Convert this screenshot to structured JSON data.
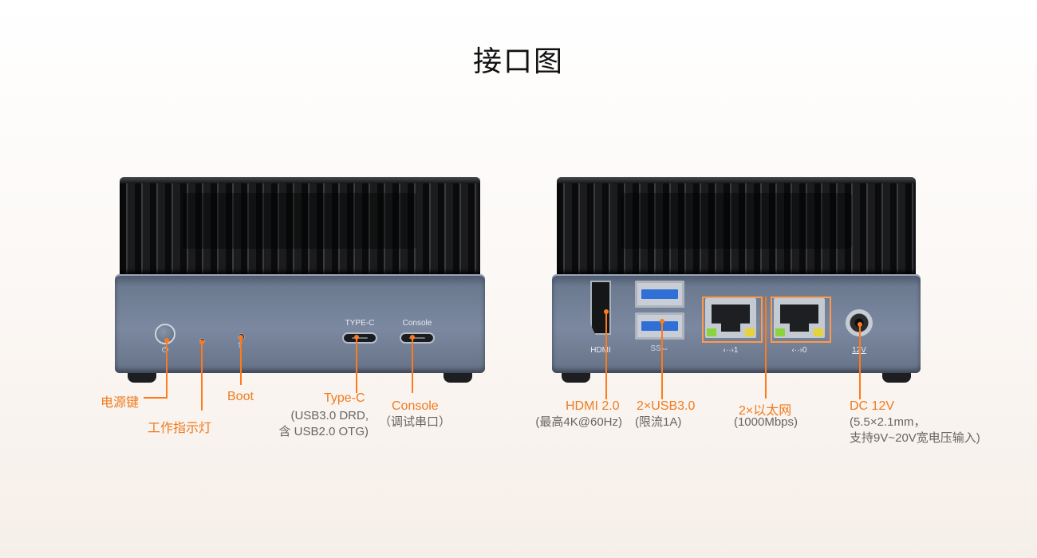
{
  "title": "接口图",
  "front": {
    "typec_port_label": "TYPE-C",
    "console_port_label": "Console",
    "power_symbol": "⏻",
    "boot_symbol": "⇧"
  },
  "rear": {
    "hdmi_port_label": "HDMI",
    "usb_port_label": "SS⇔",
    "eth1_port_label": "‹··›1",
    "eth0_port_label": "‹··›0",
    "dc_port_label": "12V"
  },
  "callouts": {
    "power": "电源键",
    "indicator": "工作指示灯",
    "boot": "Boot",
    "typec": "Type-C",
    "typec_sub": "(USB3.0 DRD,\n含 USB2.0 OTG)",
    "console": "Console",
    "console_sub": "（调试串口）",
    "hdmi": "HDMI 2.0",
    "hdmi_sub": "(最高4K@60Hz)",
    "usb": "2×USB3.0",
    "usb_sub": "(限流1A)",
    "eth": "2×以太网",
    "eth_sub": "(1000Mbps)",
    "dc": "DC 12V",
    "dc_sub": "(5.5×2.1mm，\n支持9V~20V宽电压输入)"
  },
  "colors": {
    "accent": "#f07b1e",
    "usb_blue": "#2f6fd6",
    "led_green": "#8bd33a",
    "led_yellow": "#e8d23a"
  }
}
